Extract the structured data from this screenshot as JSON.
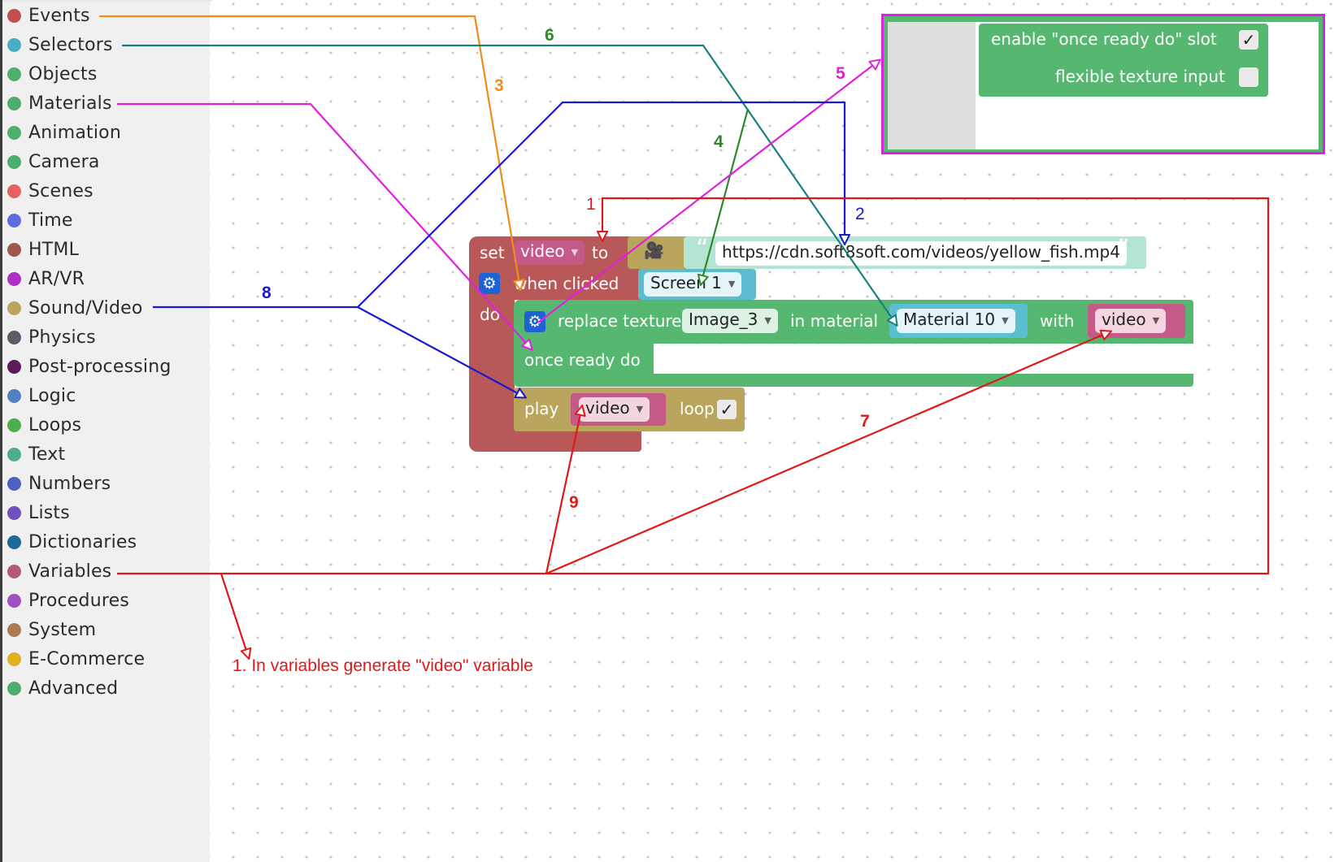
{
  "toolbox": {
    "categories": [
      {
        "label": "Events",
        "color": "#c0504d"
      },
      {
        "label": "Selectors",
        "color": "#4bacc6"
      },
      {
        "label": "Objects",
        "color": "#4caf6e"
      },
      {
        "label": "Materials",
        "color": "#4caf6e"
      },
      {
        "label": "Animation",
        "color": "#4caf6e"
      },
      {
        "label": "Camera",
        "color": "#4caf6e"
      },
      {
        "label": "Scenes",
        "color": "#e66060"
      },
      {
        "label": "Time",
        "color": "#5b6ee1"
      },
      {
        "label": "HTML",
        "color": "#a0564a"
      },
      {
        "label": "AR/VR",
        "color": "#b02ec8"
      },
      {
        "label": "Sound/Video",
        "color": "#b9a55b"
      },
      {
        "label": "Physics",
        "color": "#5a5e66"
      },
      {
        "label": "Post-processing",
        "color": "#5c1a5c"
      },
      {
        "label": "Logic",
        "color": "#5580c0"
      },
      {
        "label": "Loops",
        "color": "#4cae4c"
      },
      {
        "label": "Text",
        "color": "#4cae8a"
      },
      {
        "label": "Numbers",
        "color": "#5060c0"
      },
      {
        "label": "Lists",
        "color": "#7250c0"
      },
      {
        "label": "Dictionaries",
        "color": "#1a6a9a"
      },
      {
        "label": "Variables",
        "color": "#b05a80"
      },
      {
        "label": "Procedures",
        "color": "#a050c0"
      },
      {
        "label": "System",
        "color": "#b07a50"
      },
      {
        "label": "E-Commerce",
        "color": "#e0b020"
      },
      {
        "label": "Advanced",
        "color": "#4caf6e"
      }
    ]
  },
  "blocks": {
    "set_block": {
      "set_label": "set",
      "variable": "video",
      "to_label": "to",
      "camera_icon": "movie-camera-icon",
      "quote_open": "“",
      "url": "https://cdn.soft8soft.com/videos/yellow_fish.mp4",
      "quote_close": "”"
    },
    "when_clicked": {
      "label": "when clicked",
      "target": "Screen 1",
      "do_label": "do",
      "gear_icon": "gear-icon"
    },
    "replace_texture": {
      "label": "replace texture",
      "texture": "Image_3",
      "in_material_label": "in material",
      "material": "Material 10",
      "with_label": "with",
      "source": "video",
      "once_ready_label": "once ready do"
    },
    "play": {
      "label": "play",
      "source": "video",
      "loop_label": "loop",
      "loop_checked": "✓"
    },
    "mutator": {
      "enable_label": "enable \"once ready do\" slot",
      "enable_checked": "✓",
      "flexible_label": "flexible texture input",
      "flexible_checked": ""
    }
  },
  "annotations": {
    "labels": [
      "1",
      "2",
      "3",
      "4",
      "5",
      "6",
      "7",
      "8",
      "9"
    ],
    "note": "1. In variables generate \"video\" variable",
    "colors": {
      "orange": "#f08c1a",
      "teal": "#1a7f7f",
      "blue": "#1818d0",
      "magenta": "#e020e0",
      "green": "#2a8a2a",
      "red": "#e01818"
    }
  },
  "colors": {
    "event_block": "#b85858",
    "event_pill": "#c55a88",
    "selector_block": "#5bbcd0",
    "texture_block": "#56b870",
    "material_pill": "#5ac0d0",
    "sound_block": "#b9a55b",
    "variable_pill": "#c55a88",
    "string_block": "#b4e4d2"
  }
}
